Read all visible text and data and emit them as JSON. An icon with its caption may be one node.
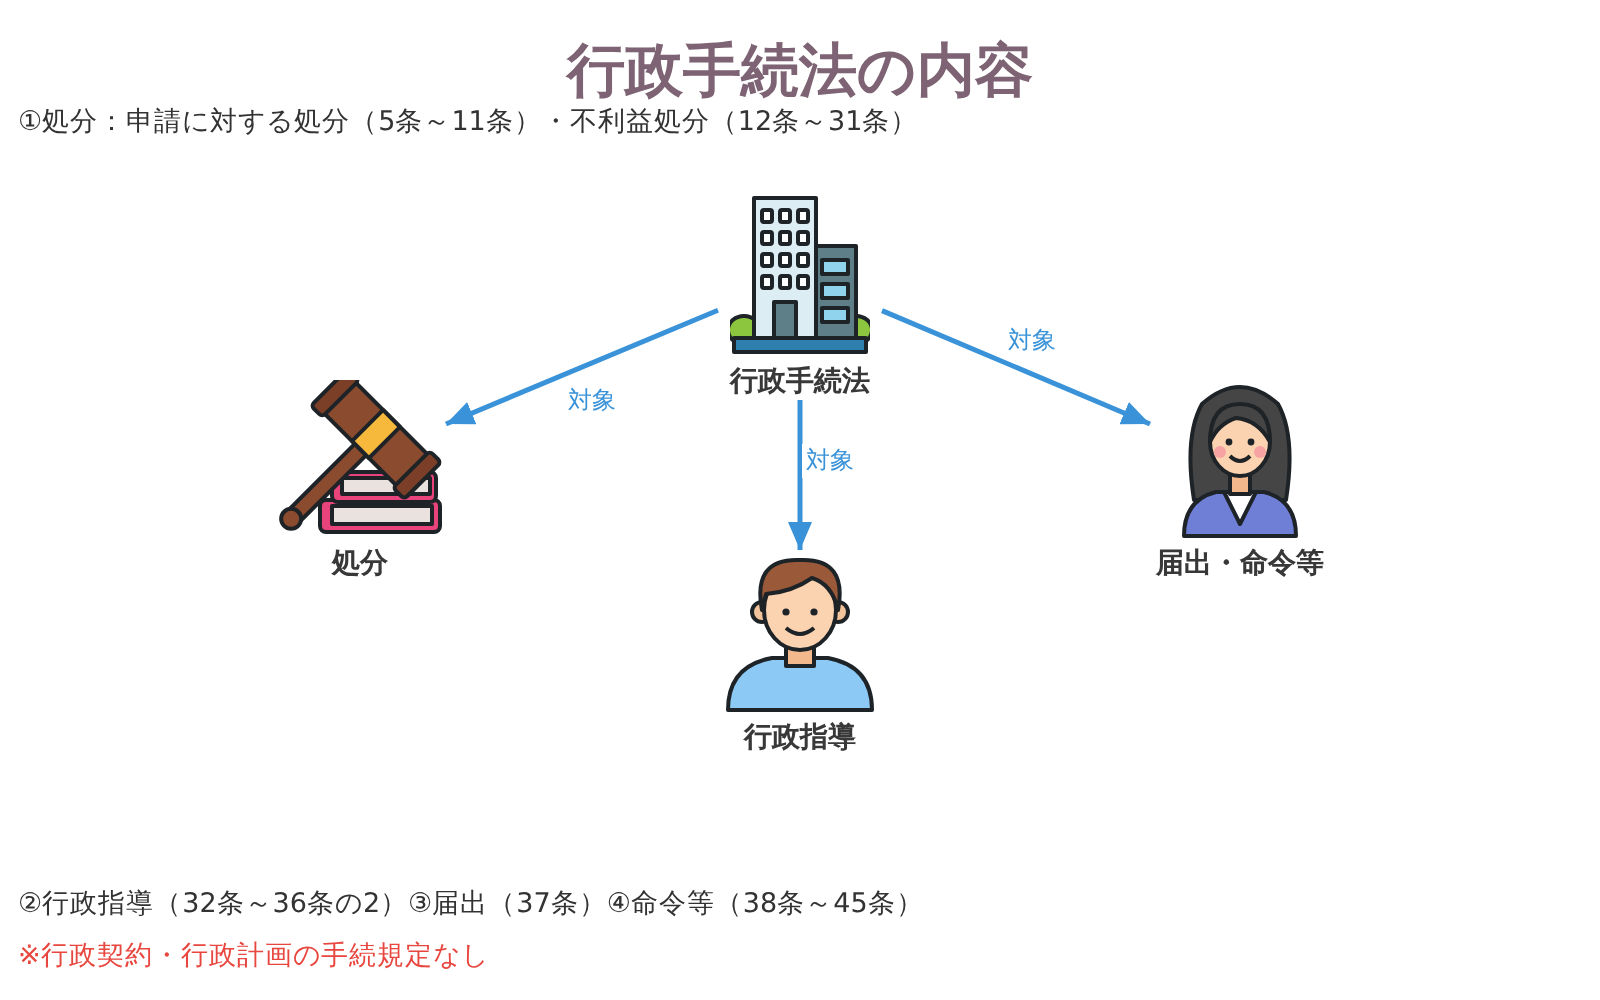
{
  "diagram": {
    "title": "行政手続法の内容",
    "nodes": [
      {
        "text": [
          "行政手続法"
        ]
      },
      {
        "text": [
          "処分"
        ]
      },
      {
        "text": [
          "届出・命令等"
        ]
      },
      {
        "text": [
          "行政指導"
        ]
      }
    ],
    "edges": [
      {
        "from": 0,
        "to": 1,
        "arrow": "to",
        "label": "対象"
      },
      {
        "from": 0,
        "to": 2,
        "arrow": "to",
        "label": "対象"
      },
      {
        "from": 0,
        "to": 3,
        "arrow": "to",
        "label": "対象"
      }
    ],
    "labels": [
      "①処分：申請に対する処分（5条～11条）・不利益処分（12条～31条）",
      "②行政指導（32条～36条の2）③届出（37条）④命令等（38条～45条）",
      "※行政契約・行政計画の手続規定なし"
    ]
  }
}
